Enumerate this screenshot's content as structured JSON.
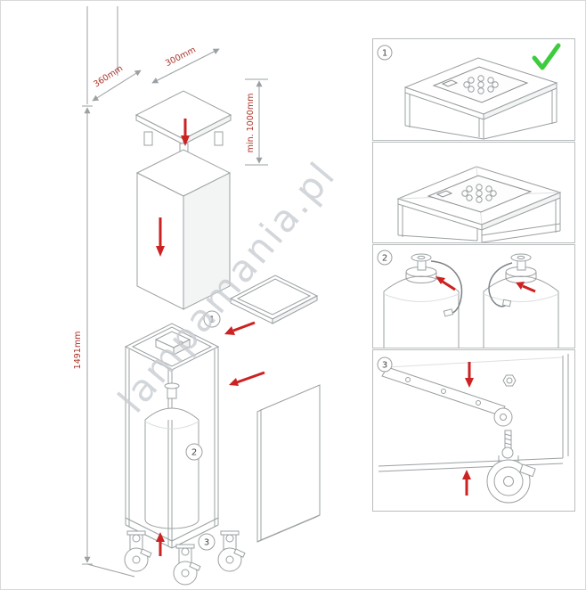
{
  "watermark": "lampamania.pl",
  "dimensions": {
    "width": "300mm",
    "depth": "360mm",
    "ceiling_clearance": "min. 1000mm",
    "height": "1491mm"
  },
  "step_labels": {
    "step1": "1",
    "step2": "2",
    "step3": "3"
  },
  "colors": {
    "arrow_red": "#cc2222",
    "check_green": "#3ecc3e",
    "line_gray": "#9aa0a3",
    "dim_red": "#a93226",
    "watermark_gray": "#c9cdd1",
    "panel_border": "#b9bdbf"
  }
}
